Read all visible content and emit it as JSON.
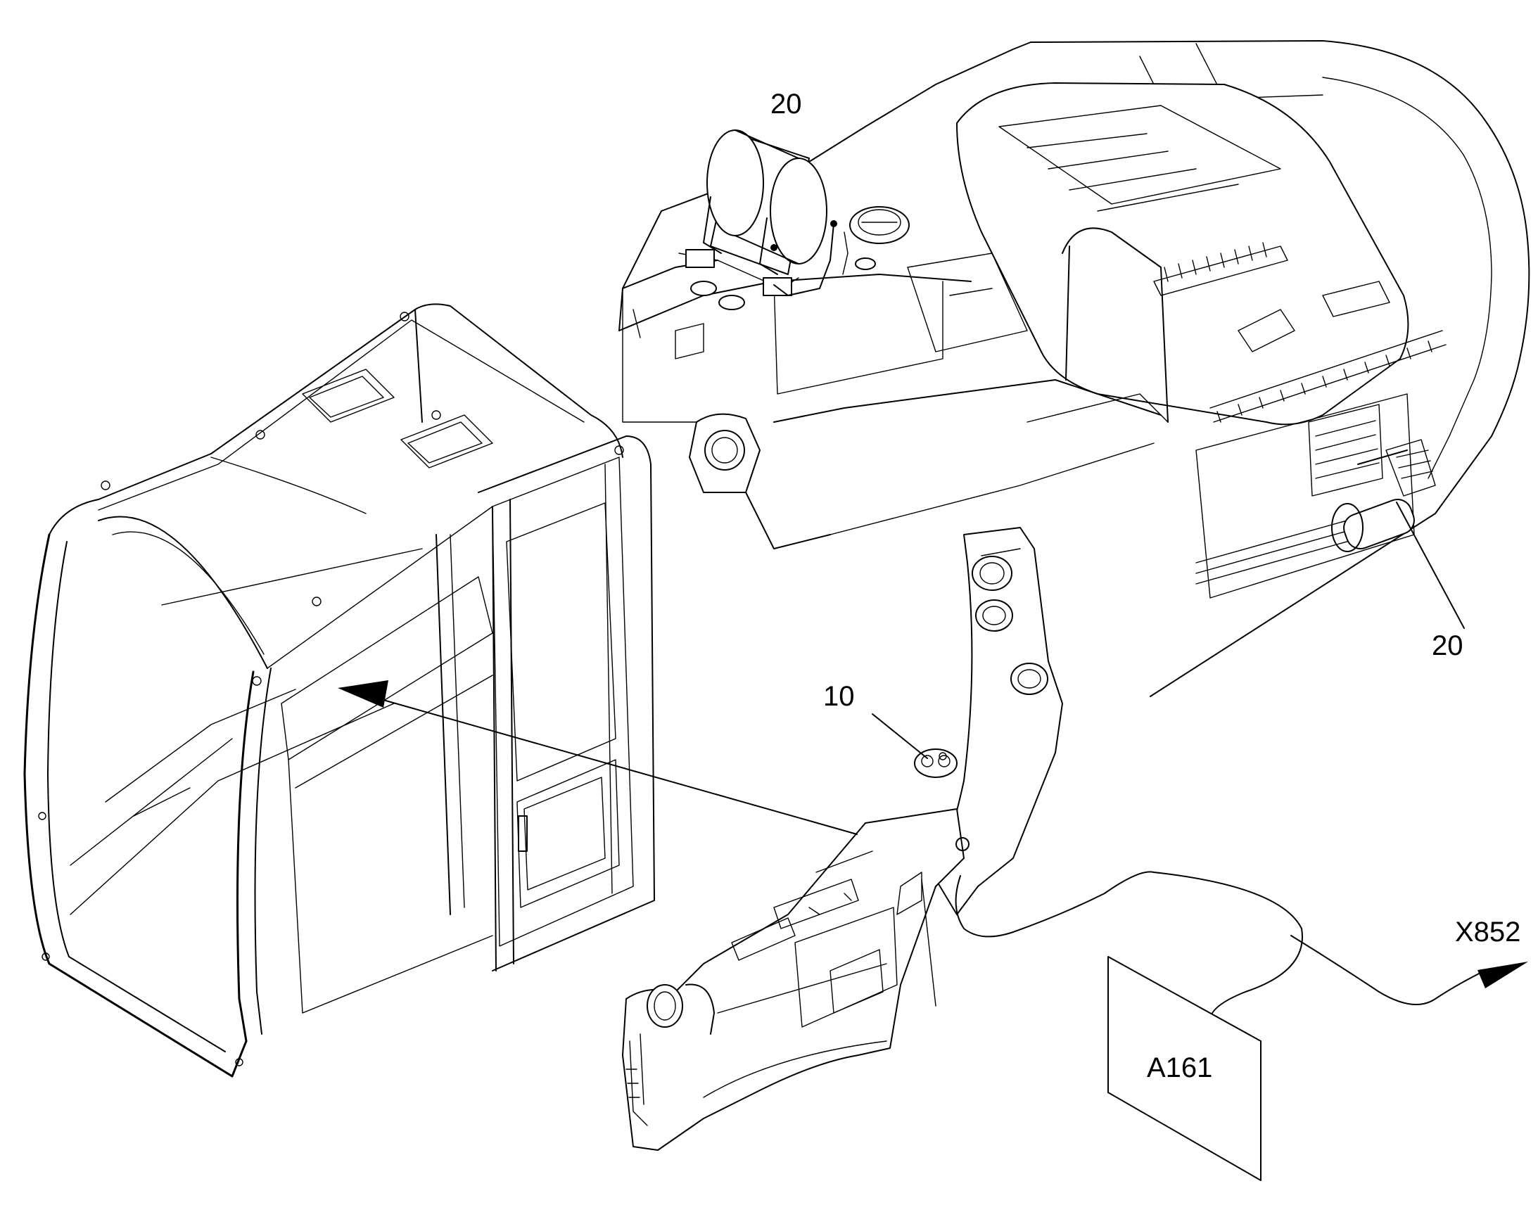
{
  "labels": {
    "part_20_top": "20",
    "part_20_right": "20",
    "part_10": "10",
    "connector_x852": "X852",
    "module_a161": "A161"
  }
}
